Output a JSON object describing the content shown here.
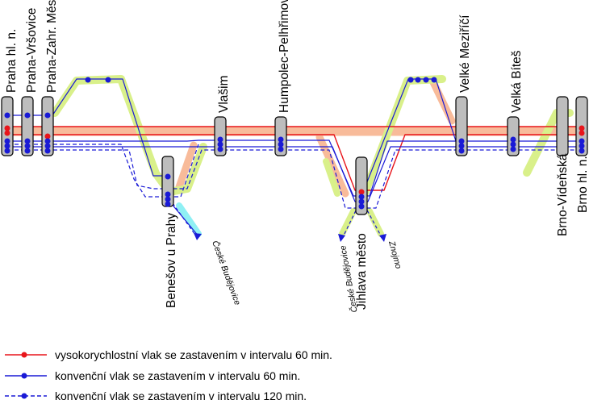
{
  "stations": [
    {
      "id": "praha-hl-n",
      "name": "Praha hl. n."
    },
    {
      "id": "praha-vrsovice",
      "name": "Praha-Vršovice"
    },
    {
      "id": "praha-zahr-mesto",
      "name": "Praha-Zahr. Město"
    },
    {
      "id": "benesov",
      "name": "Benešov u Prahy"
    },
    {
      "id": "vlasim",
      "name": "Vlašim"
    },
    {
      "id": "humpolec",
      "name": "Humpolec-Pelhřimov"
    },
    {
      "id": "jihlava",
      "name": "Jihlava město"
    },
    {
      "id": "velke-mezirici",
      "name": "Velké Meziříčí"
    },
    {
      "id": "velka-bites",
      "name": "Velká Bíteš"
    },
    {
      "id": "brno-viden",
      "name": "Brno-Vídeňská"
    },
    {
      "id": "brno-hl-n",
      "name": "Brno hl. n."
    }
  ],
  "directions": {
    "benesov_cb": "České Budějovice",
    "jihlava_cb": "České Budějovice",
    "jihlava_znojmo": "Znojmo"
  },
  "legend": [
    {
      "label": "vysokorychlostní vlak se zastavením v intervalu 60 min.",
      "color": "#e8151b",
      "style": "solid"
    },
    {
      "label": "konvenční vlak se zastavením v intervalu 60 min.",
      "color": "#1a1ad6",
      "style": "solid"
    },
    {
      "label": "konvenční vlak se zastavením v intervalu 120 min.",
      "color": "#1a1ad6",
      "style": "dashed"
    }
  ],
  "colors": {
    "high_speed": "#e8151b",
    "conventional": "#1a1ad6",
    "hsr_corridor": "#f8bb9a",
    "existing_line": "#d9f08a",
    "existing_line_cb": "#8ff0f4",
    "station_box": "#bdbdbd"
  }
}
